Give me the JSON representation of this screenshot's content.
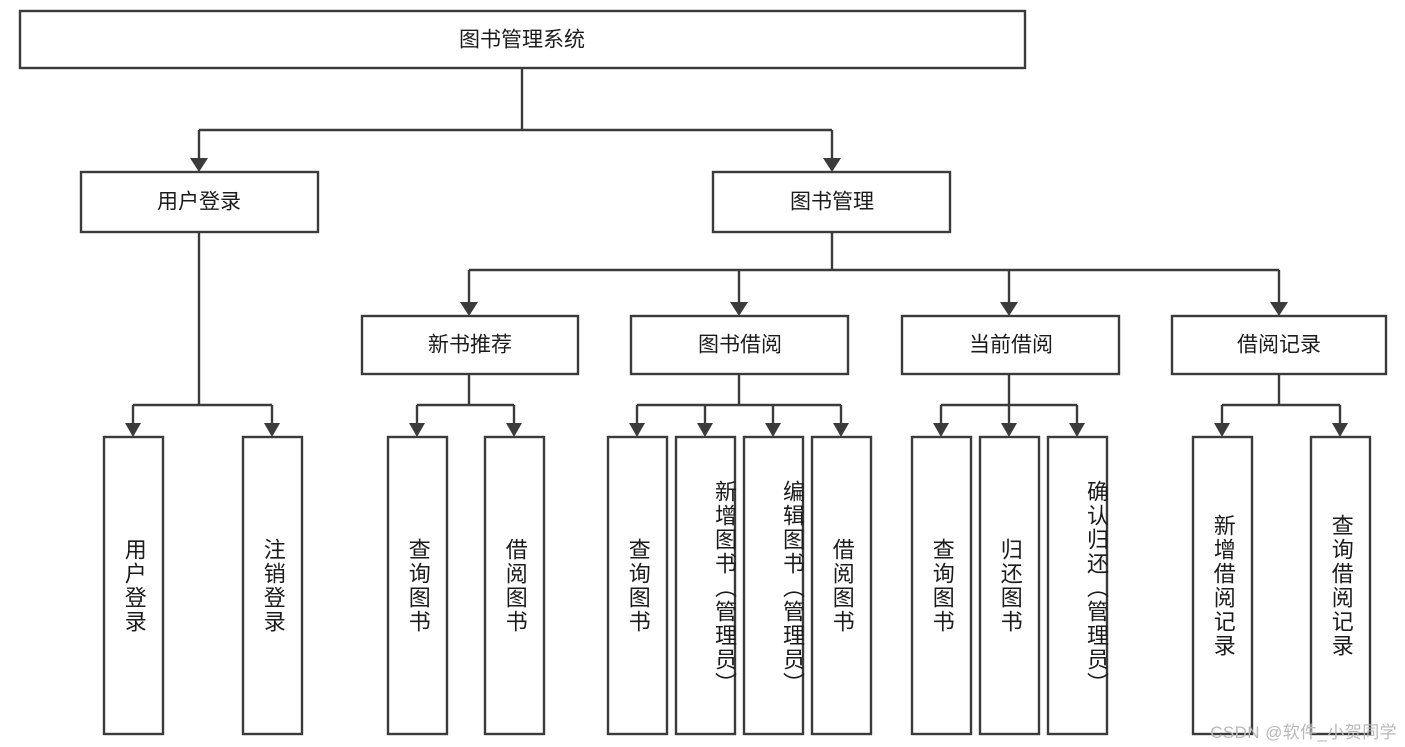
{
  "diagram": {
    "title": "图书管理系统",
    "type": "tree",
    "orientation": "top-down",
    "colors": {
      "stroke": "#3b3b3b",
      "fill": "#ffffff",
      "text": "#1b1b1b",
      "background": "#ffffff",
      "watermark": "#b9b9b9"
    },
    "root": {
      "label": "图书管理系统"
    },
    "level2": [
      {
        "label": "用户登录"
      },
      {
        "label": "图书管理"
      }
    ],
    "level3": [
      {
        "label": "新书推荐"
      },
      {
        "label": "图书借阅"
      },
      {
        "label": "当前借阅"
      },
      {
        "label": "借阅记录"
      }
    ],
    "leaves": {
      "user_login": [
        {
          "label": "用户登录"
        },
        {
          "label": "注销登录"
        }
      ],
      "new_book_recommend": [
        {
          "label": "查询图书"
        },
        {
          "label": "借阅图书"
        }
      ],
      "book_borrow": [
        {
          "label": "查询图书"
        },
        {
          "label": "新增图书（管理员）"
        },
        {
          "label": "编辑图书（管理员）"
        },
        {
          "label": "借阅图书"
        }
      ],
      "current_borrow": [
        {
          "label": "查询图书"
        },
        {
          "label": "归还图书"
        },
        {
          "label": "确认归还（管理员）"
        }
      ],
      "borrow_record": [
        {
          "label": "新增借阅记录"
        },
        {
          "label": "查询借阅记录"
        }
      ]
    }
  },
  "watermark": {
    "text": "CSDN @软件_小贺同学"
  }
}
